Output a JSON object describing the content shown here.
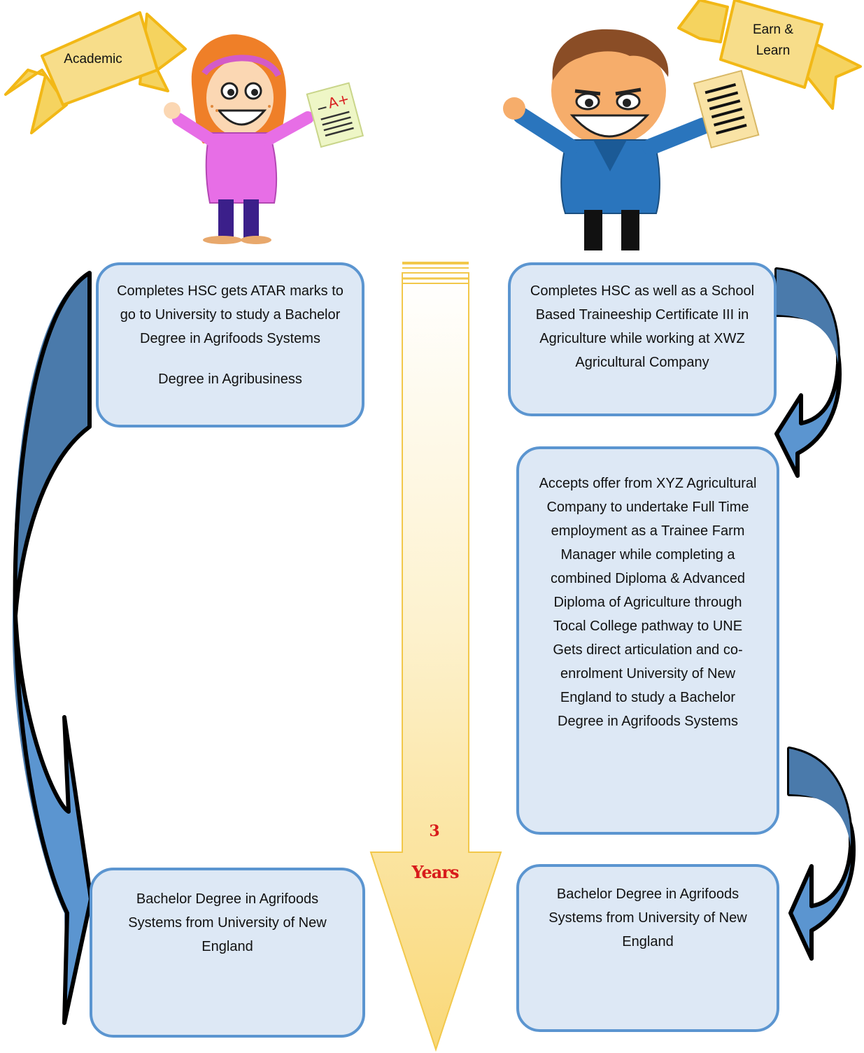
{
  "pathways": {
    "academic": {
      "label": "Academic",
      "start_box": {
        "line1": "Completes HSC gets  ATAR marks to go to University to study a Bachelor Degree in Agrifoods Systems",
        "line2": "Degree in Agribusiness"
      },
      "end_box": "Bachelor Degree in Agrifoods Systems from University of New England"
    },
    "earn_learn": {
      "label_line1": "Earn &",
      "label_line2": "Learn",
      "start_box": "Completes HSC as well as a School Based Traineeship Certificate III in Agriculture while working at XWZ Agricultural Company",
      "middle_box": "Accepts offer from XYZ Agricultural Company to undertake Full Time employment as a Trainee Farm Manager while completing a combined Diploma & Advanced Diploma of Agriculture through Tocal College pathway to UNE Gets direct articulation and co-enrolment University of New England to study a Bachelor Degree in Agrifoods Systems",
      "end_box": "Bachelor Degree in Agrifoods Systems from University of New England"
    }
  },
  "timeline": {
    "number": "3",
    "unit": "Years"
  },
  "colors": {
    "box_fill": "#dde8f5",
    "box_border": "#5b95d0",
    "arrow_dark": "#4a7aab",
    "arrow_light": "#5b95d0",
    "banner": "#f5d35f",
    "years": "#d81b1b"
  },
  "icons": [
    "girl-student-icon",
    "boy-student-icon",
    "a-plus-paper-icon",
    "document-icon",
    "ribbon-banner-icon"
  ]
}
